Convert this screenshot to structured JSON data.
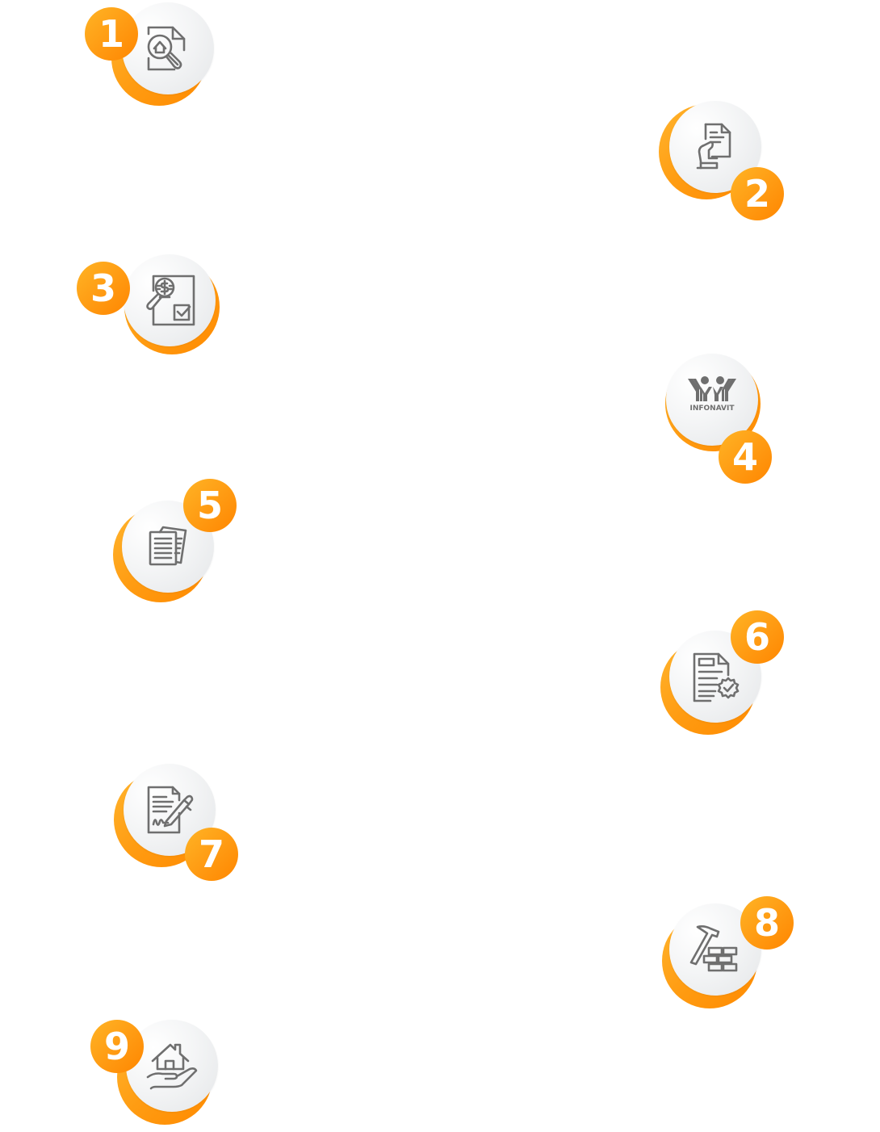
{
  "colors": {
    "accent": "#ff9a12",
    "accent_light": "#ffb425",
    "accent_dark": "#ff8600",
    "disc": "#eeeff0",
    "icon_stroke": "#6f6f6f",
    "background": "#ffffff"
  },
  "steps": [
    {
      "number": "1",
      "icon": "house-document-search-icon"
    },
    {
      "number": "2",
      "icon": "hand-holding-document-icon"
    },
    {
      "number": "3",
      "icon": "financial-review-checklist-icon"
    },
    {
      "number": "4",
      "icon": "infonavit-logo",
      "logo_text": "INFONAVIT"
    },
    {
      "number": "5",
      "icon": "documents-stack-icon"
    },
    {
      "number": "6",
      "icon": "certified-document-icon"
    },
    {
      "number": "7",
      "icon": "signing-contract-icon"
    },
    {
      "number": "8",
      "icon": "hammer-bricks-icon"
    },
    {
      "number": "9",
      "icon": "house-in-hand-icon"
    }
  ]
}
